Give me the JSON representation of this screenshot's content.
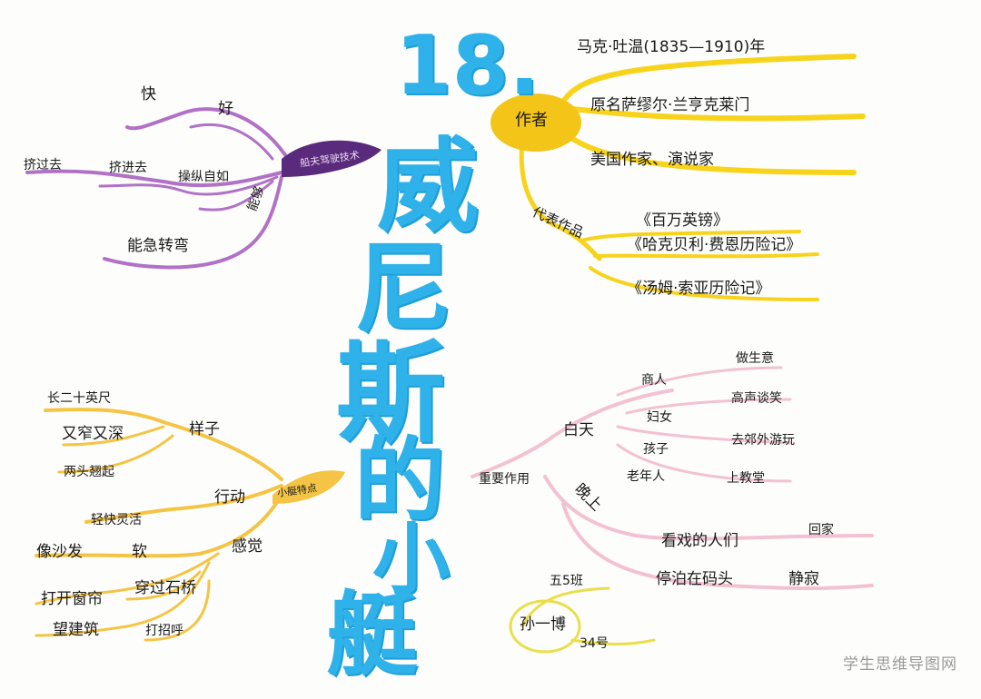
{
  "title": {
    "number": "18.",
    "chars": [
      "威",
      "尼",
      "斯",
      "的",
      "小",
      "艇"
    ]
  },
  "author_branch": {
    "root": "作者",
    "items": [
      "马克·吐温(1835—1910)年",
      "原名萨缪尔·兰亨克莱门",
      "美国作家、演说家"
    ],
    "works_label": "代表作品",
    "works": [
      "《百万英镑》",
      "《哈克贝利·费恩历险记》",
      "《汤姆·索亚历险记》"
    ]
  },
  "driver_branch": {
    "root": "船夫驾驶技术",
    "sub": "能够",
    "items": [
      "快",
      "好",
      "挤过去",
      "挤进去",
      "操纵自如",
      "能急转弯"
    ]
  },
  "boat_branch": {
    "root": "小艇特点",
    "shape_label": "样子",
    "shape_items": [
      "长二十英尺",
      "又窄又深",
      "两头翘起"
    ],
    "motion_label": "行动",
    "motion_items": [
      "轻快灵活"
    ],
    "feel_label": "感觉",
    "soft_label": "软",
    "feel_items": [
      "像沙发",
      "打开窗帘",
      "望建筑",
      "穿过石桥",
      "打招呼"
    ]
  },
  "role_branch": {
    "root": "重要作用",
    "day_label": "白天",
    "day_items": [
      {
        "who": "商人",
        "what": "做生意"
      },
      {
        "who": "妇女",
        "what": "高声谈笑"
      },
      {
        "who": "孩子",
        "what": "去郊外游玩"
      },
      {
        "who": "老年人",
        "what": "上教堂"
      }
    ],
    "night_label": "晚上",
    "night_items": [
      {
        "who": "看戏的人们",
        "what": "回家"
      },
      {
        "who": "停泊在码头",
        "what": "静寂"
      }
    ]
  },
  "student": {
    "name": "孙一博",
    "class": "五5班",
    "number": "34号"
  },
  "watermark": "学生思维导图网",
  "colors": {
    "title": "#2fb2ea",
    "author": "#f7d31c",
    "driver": "#b071c6",
    "boat": "#f5c445",
    "role": "#f3c1d4",
    "student": "#e9df4a"
  }
}
